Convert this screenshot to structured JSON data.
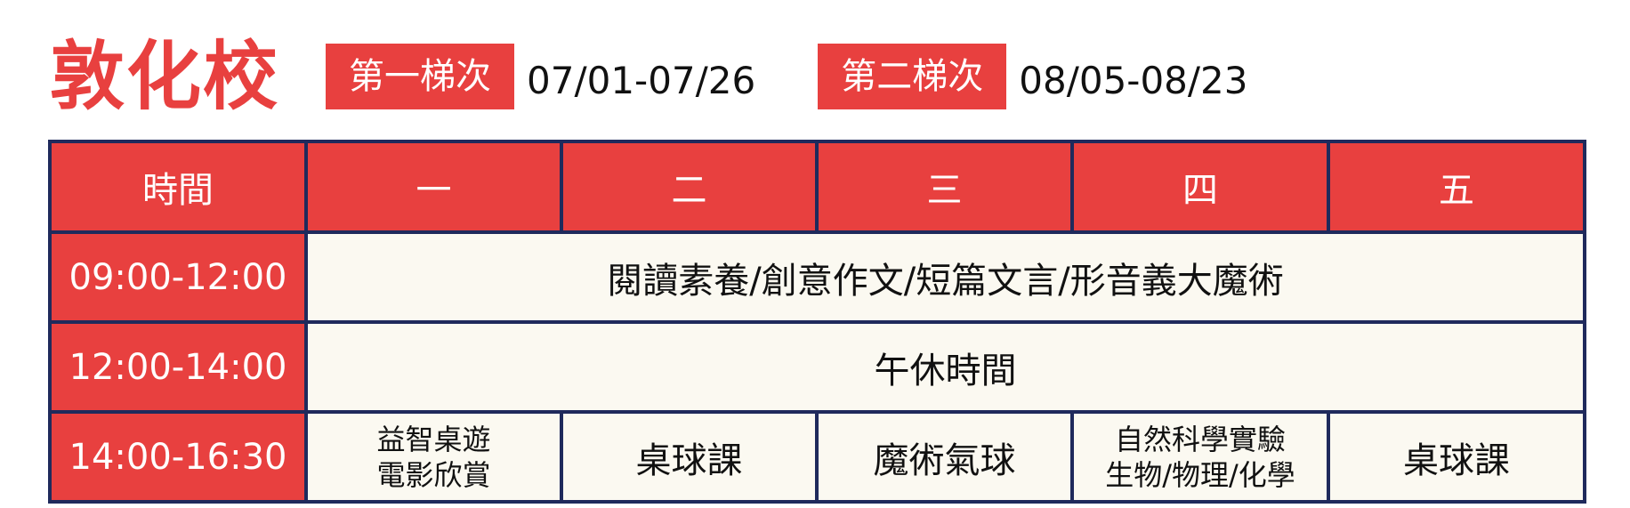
{
  "header": {
    "school": "敦化校",
    "batches": [
      {
        "label": "第一梯次",
        "dates": "07/01-07/26"
      },
      {
        "label": "第二梯次",
        "dates": "08/05-08/23"
      }
    ]
  },
  "table": {
    "headers": [
      "時間",
      "一",
      "二",
      "三",
      "四",
      "五"
    ],
    "rows": [
      {
        "time": "09:00-12:00",
        "merged": "閱讀素養/創意作文/短篇文言/形音義大魔術"
      },
      {
        "time": "12:00-14:00",
        "merged": "午休時間"
      },
      {
        "time": "14:00-16:30",
        "cells": [
          {
            "line1": "益智桌遊",
            "line2": "電影欣賞"
          },
          {
            "text": "桌球課"
          },
          {
            "text": "魔術氣球"
          },
          {
            "line1": "自然科學實驗",
            "line2": "生物/物理/化學"
          },
          {
            "text": "桌球課"
          }
        ]
      }
    ]
  },
  "colors": {
    "accent_red": "#e8403f",
    "border_navy": "#1f2a5c",
    "cell_bg": "#fbf9f1"
  }
}
